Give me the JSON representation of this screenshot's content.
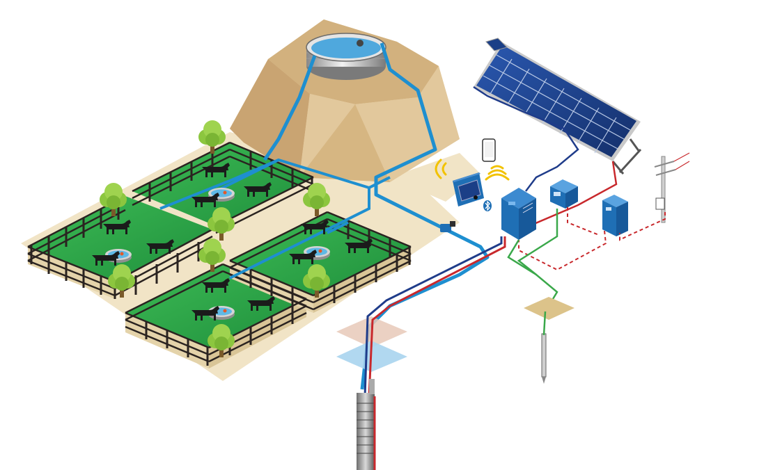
{
  "diagram": {
    "components": [
      {
        "id": "reservoir-tank",
        "icon": "water-tank-icon"
      },
      {
        "id": "elevated-mound",
        "icon": "mound-icon"
      },
      {
        "id": "solar-panel-array",
        "icon": "solar-panel-icon"
      },
      {
        "id": "pump-controller",
        "icon": "controller-icon"
      },
      {
        "id": "disconnect-box",
        "icon": "switch-box-icon"
      },
      {
        "id": "grid-switch-box",
        "icon": "switch-box-icon"
      },
      {
        "id": "remote-monitor",
        "icon": "monitor-icon"
      },
      {
        "id": "smartphone",
        "icon": "smartphone-icon"
      },
      {
        "id": "bluetooth-link",
        "icon": "bluetooth-icon"
      },
      {
        "id": "wifi-signal-left",
        "icon": "wifi-icon"
      },
      {
        "id": "wifi-signal-right",
        "icon": "wifi-icon"
      },
      {
        "id": "utility-pole",
        "icon": "power-pole-icon"
      },
      {
        "id": "ground-rod",
        "icon": "ground-rod-icon"
      },
      {
        "id": "flow-sensor",
        "icon": "sensor-icon"
      },
      {
        "id": "submersible-pump",
        "icon": "pump-icon"
      },
      {
        "id": "livestock-paddocks",
        "icon": "paddock-icon"
      },
      {
        "id": "water-troughs",
        "icon": "trough-icon"
      },
      {
        "id": "cattle",
        "icon": "cow-icon"
      },
      {
        "id": "trees",
        "icon": "tree-icon"
      }
    ],
    "colors": {
      "water_pipe": "#1e8fd0",
      "cable_red": "#c8282c",
      "cable_blue": "#1f3c8a",
      "cable_green": "#3aa84a",
      "grass": "#2fa84a",
      "ground": "#efe2c4",
      "mound": "#d8b98a",
      "fence": "#2a2320",
      "tree": "#8cc63f",
      "panel": "#1b3f87",
      "controller": "#1f6fb5"
    }
  }
}
